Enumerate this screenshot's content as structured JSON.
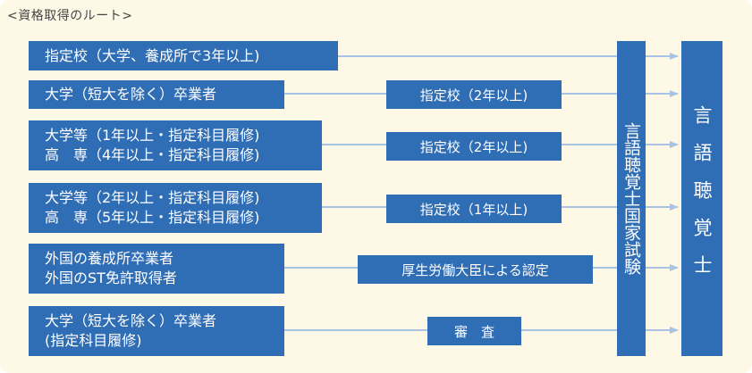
{
  "heading": "<資格取得のルート>",
  "routes": [
    {
      "lines": [
        "指定校（大学、養成所で3年以上)"
      ]
    },
    {
      "lines": [
        "大学（短大を除く）卒業者"
      ],
      "step": "指定校（2年以上)"
    },
    {
      "lines": [
        "大学等（1年以上・指定科目履修)",
        "高　専（4年以上・指定科目履修)"
      ],
      "step": "指定校（2年以上)"
    },
    {
      "lines": [
        "大学等（2年以上・指定科目履修)",
        "高　専（5年以上・指定科目履修)"
      ],
      "step": "指定校（1年以上)"
    },
    {
      "lines": [
        "外国の養成所卒業者",
        "外国のST免許取得者"
      ],
      "step": "厚生労働大臣による認定"
    },
    {
      "lines": [
        "大学（短大を除く）卒業者",
        "(指定科目履修)"
      ],
      "step": "審　査"
    }
  ],
  "exam": "言語聴覚士国家試験",
  "result": "言語聴覚士",
  "colors": {
    "box": "#2f6db5",
    "line": "#a9c3e6",
    "background": "#fdf9e6"
  }
}
